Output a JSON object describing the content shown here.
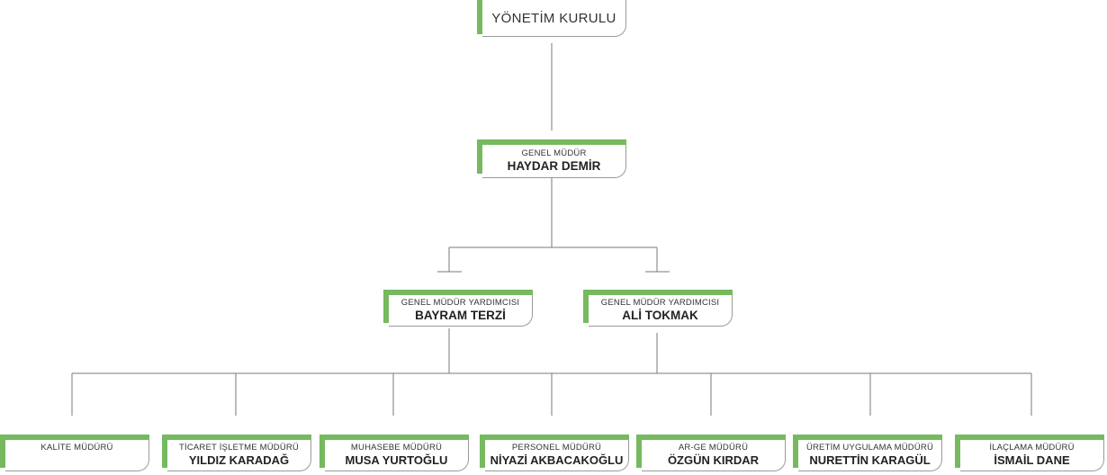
{
  "board": {
    "label": "YÖNETİM KURULU"
  },
  "gm": {
    "title": "GENEL MÜDÜR",
    "name": "HAYDAR DEMİR"
  },
  "deputies": [
    {
      "title": "GENEL MÜDÜR YARDIMCISI",
      "name": "BAYRAM TERZİ"
    },
    {
      "title": "GENEL MÜDÜR YARDIMCISI",
      "name": "ALİ TOKMAK"
    }
  ],
  "managers": [
    {
      "title": "KALİTE MÜDÜRÜ",
      "name": ""
    },
    {
      "title": "TİCARET İŞLETME MÜDÜRÜ",
      "name": "YILDIZ KARADAĞ"
    },
    {
      "title": "MUHASEBE MÜDÜRÜ",
      "name": "MUSA YURTOĞLU"
    },
    {
      "title": "PERSONEL MÜDÜRÜ",
      "name": "NİYAZİ AKBACAKOĞLU"
    },
    {
      "title": "AR-GE MÜDÜRÜ",
      "name": "ÖZGÜN KIRDAR"
    },
    {
      "title": "ÜRETİM UYGULAMA MÜDÜRÜ",
      "name": "NURETTİN KARAGÜL"
    },
    {
      "title": "İLAÇLAMA MÜDÜRÜ",
      "name": "İSMAİL DANE"
    }
  ],
  "colors": {
    "accent": "#76b95f",
    "line": "#7a7a7a",
    "border": "#9a9a9a"
  }
}
